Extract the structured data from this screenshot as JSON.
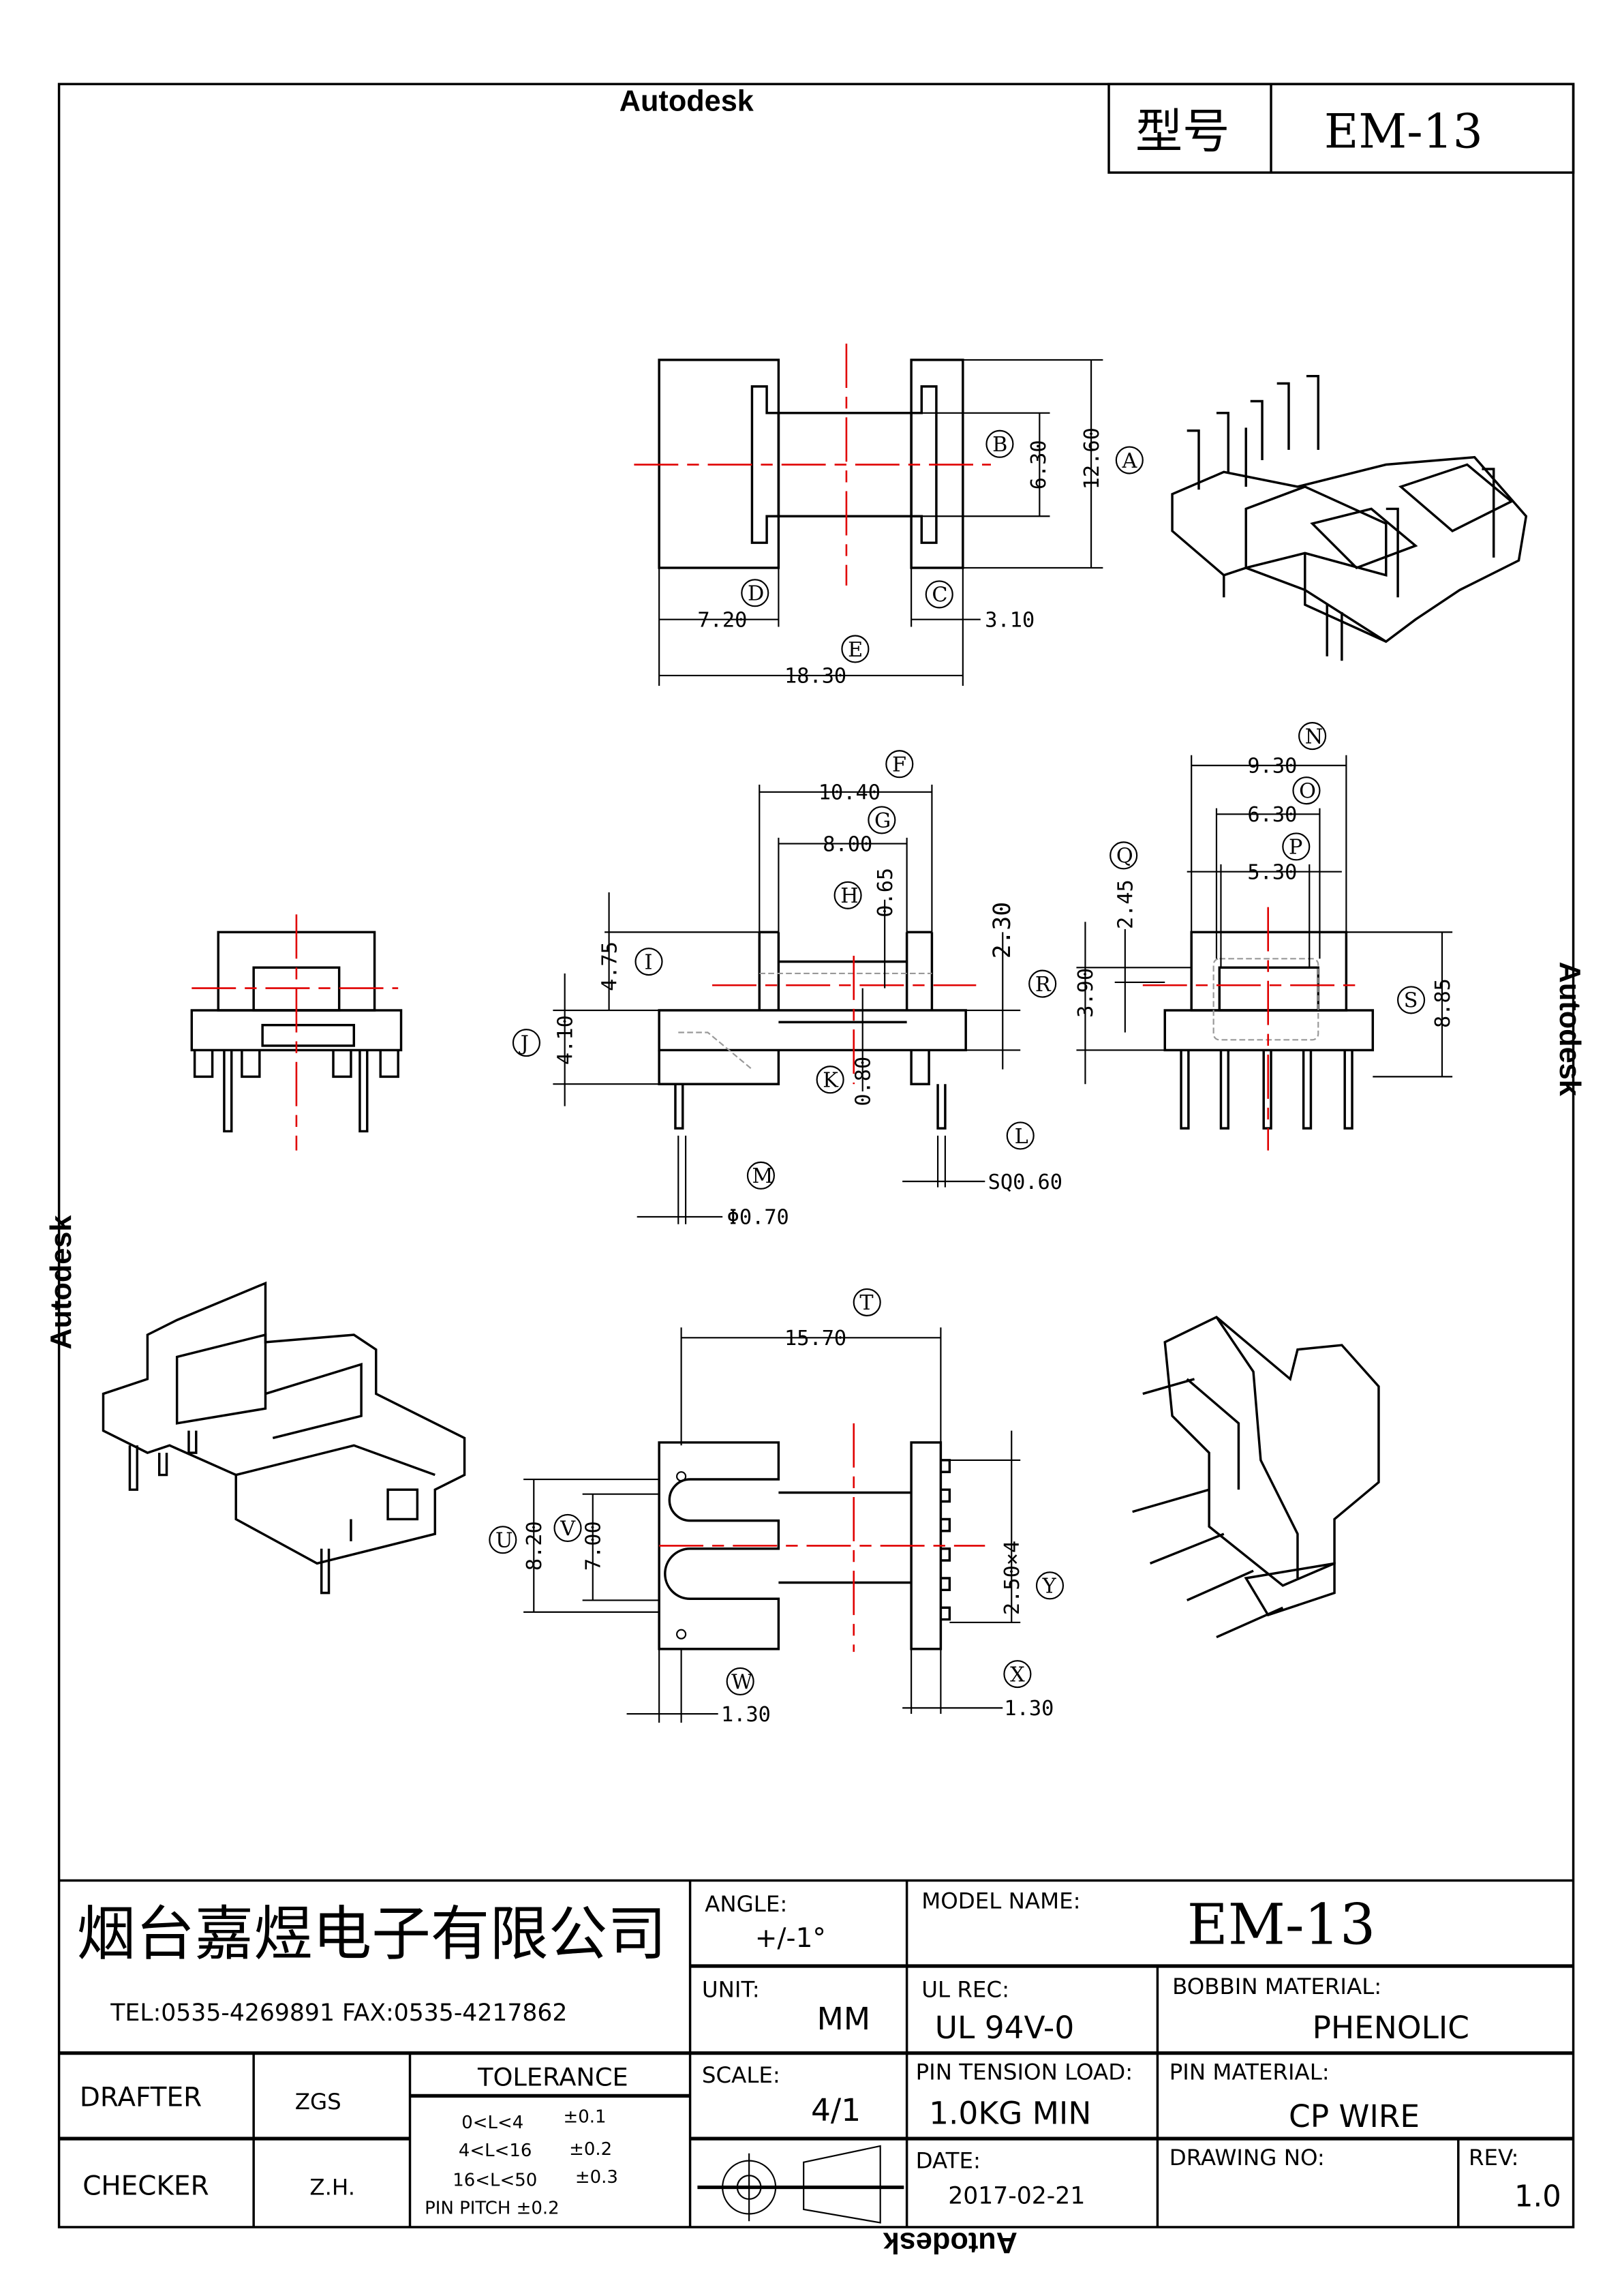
{
  "header": {
    "model_label": "型号",
    "model_value": "EM-13"
  },
  "watermark": "Autodesk",
  "dimensions": {
    "A": "12.60",
    "B": "6.30",
    "C": "3.10",
    "D": "7.20",
    "E": "18.30",
    "F": "10.40",
    "G": "8.00",
    "H": "0.65",
    "I": "4.75",
    "J": "4.10",
    "K": "0.80",
    "L": "SQ0.60",
    "M": "Φ0.70",
    "N": "9.30",
    "O": "6.30",
    "P": "5.30",
    "Q": "2.45",
    "R": "3.90",
    "S": "8.85",
    "T": "15.70",
    "U": "8.20",
    "V": "7.00",
    "W": "1.30",
    "X": "1.30",
    "Y": "2.50×4",
    "extra": "2.30"
  },
  "title_block": {
    "company": "烟台嘉煜电子有限公司",
    "contact": "TEL:0535-4269891   FAX:0535-4217862",
    "angle_label": "ANGLE:",
    "angle_value": "+/-1°",
    "model_name_label": "MODEL NAME:",
    "model_name_value": "EM-13",
    "unit_label": "UNIT:",
    "unit_value": "MM",
    "ul_label": "UL REC:",
    "ul_value": "UL 94V-0",
    "bobbin_label": "BOBBIN MATERIAL:",
    "bobbin_value": "PHENOLIC",
    "drafter_label": "DRAFTER",
    "drafter_value": "ZGS",
    "checker_label": "CHECKER",
    "checker_value": "Z.H.",
    "tolerance_label": "TOLERANCE",
    "tolerance_rows": [
      {
        "range": "0<L<4",
        "tol": "±0.1"
      },
      {
        "range": "4<L<16",
        "tol": "±0.2"
      },
      {
        "range": "16<L<50",
        "tol": "±0.3"
      }
    ],
    "pin_pitch": "PIN PITCH  ±0.2",
    "scale_label": "SCALE:",
    "scale_value": "4/1",
    "pin_tension_label": "PIN TENSION LOAD:",
    "pin_tension_value": "1.0KG MIN",
    "pin_material_label": "PIN MATERIAL:",
    "pin_material_value": "CP WIRE",
    "date_label": "DATE:",
    "date_value": "2017-02-21",
    "drawing_no_label": "DRAWING NO:",
    "rev_label": "REV:",
    "rev_value": "1.0"
  },
  "colors": {
    "centerline": "#e00000",
    "lines": "#000000",
    "hidden": "#999999"
  }
}
